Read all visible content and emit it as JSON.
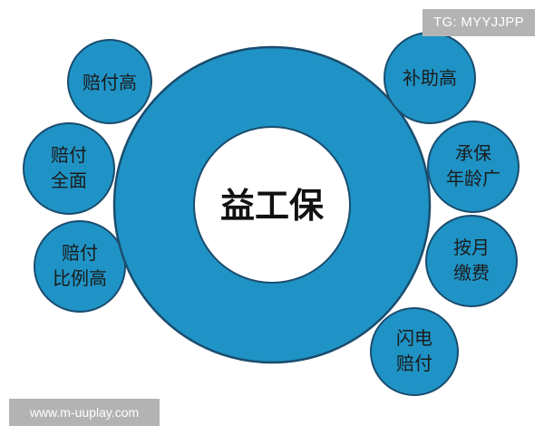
{
  "center": {
    "title": "益工保"
  },
  "bubbles": [
    {
      "lines": [
        "赔付高"
      ]
    },
    {
      "lines": [
        "赔付",
        "全面"
      ]
    },
    {
      "lines": [
        "赔付",
        "比例高"
      ]
    },
    {
      "lines": [
        "补助高"
      ]
    },
    {
      "lines": [
        "承保",
        "年龄广"
      ]
    },
    {
      "lines": [
        "按月",
        "缴费"
      ]
    },
    {
      "lines": [
        "闪电",
        "赔付"
      ]
    }
  ],
  "watermarks": {
    "tg": "TG: MYYJJPP",
    "url": "www.m-uuplay.com"
  },
  "colors": {
    "fill": "#1f93c5",
    "stroke": "#1a4c6e",
    "text": "#1b1b1b",
    "background": "#ffffff",
    "watermark_bg": "#b3b3b3"
  }
}
